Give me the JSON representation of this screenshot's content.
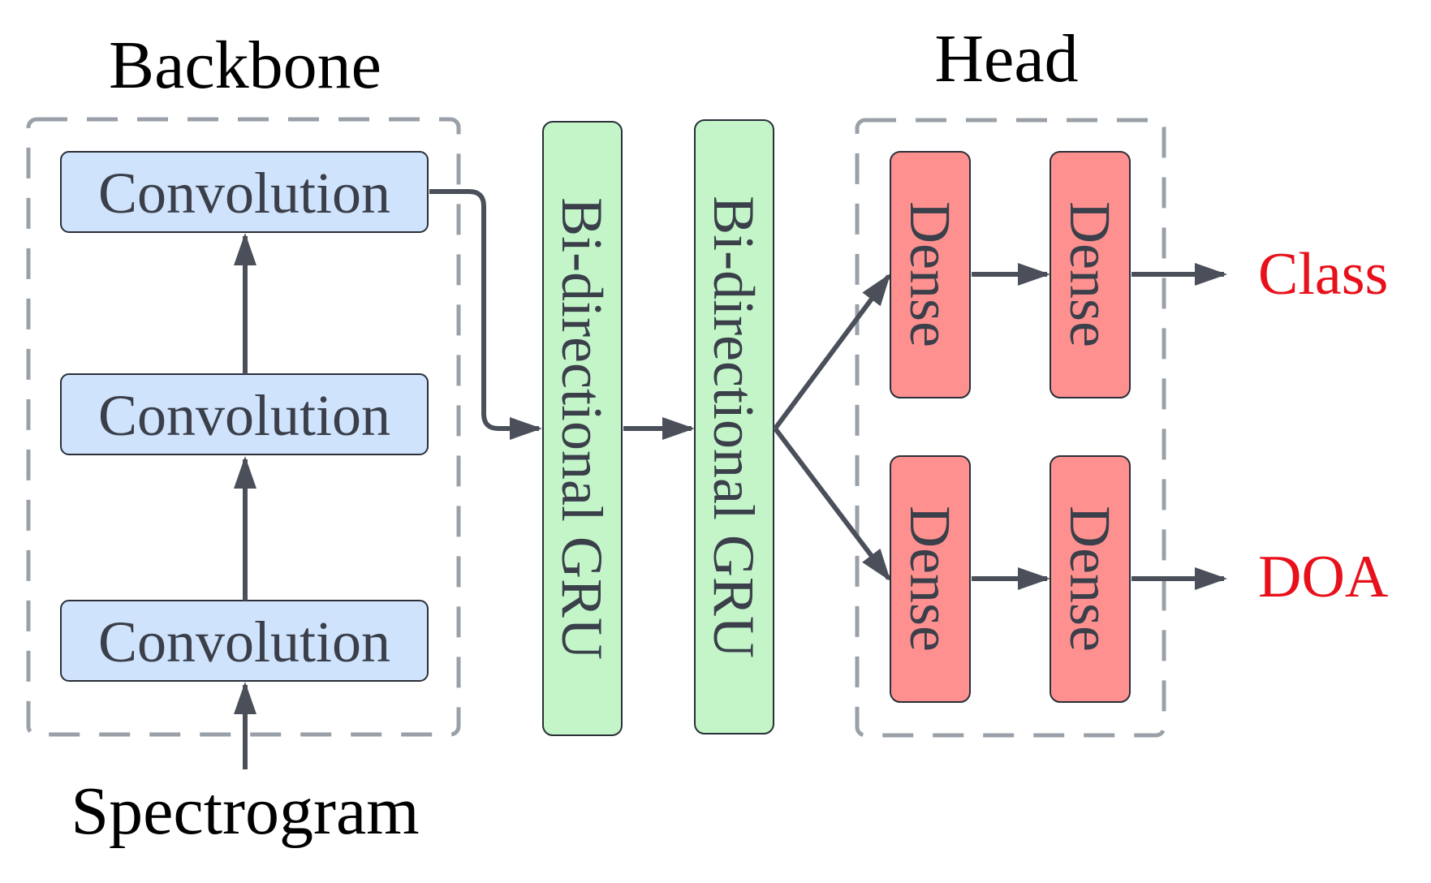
{
  "backbone": {
    "title": "Backbone",
    "input_label": "Spectrogram",
    "layers": [
      {
        "label": "Convolution"
      },
      {
        "label": "Convolution"
      },
      {
        "label": "Convolution"
      }
    ]
  },
  "recurrent": {
    "layers": [
      {
        "label": "Bi-directional GRU"
      },
      {
        "label": "Bi-directional GRU"
      }
    ]
  },
  "head": {
    "title": "Head",
    "branches": [
      {
        "layers": [
          {
            "label": "Dense"
          },
          {
            "label": "Dense"
          }
        ],
        "output_label": "Class"
      },
      {
        "layers": [
          {
            "label": "Dense"
          },
          {
            "label": "Dense"
          }
        ],
        "output_label": "DOA"
      }
    ]
  },
  "colors": {
    "conv_fill": "#cfe3fc",
    "gru_fill": "#c3f5c9",
    "dense_fill": "#fe9190",
    "arrow": "#4a4f59",
    "dashed_border": "#9aa0a8",
    "output_text": "#e8101a"
  }
}
